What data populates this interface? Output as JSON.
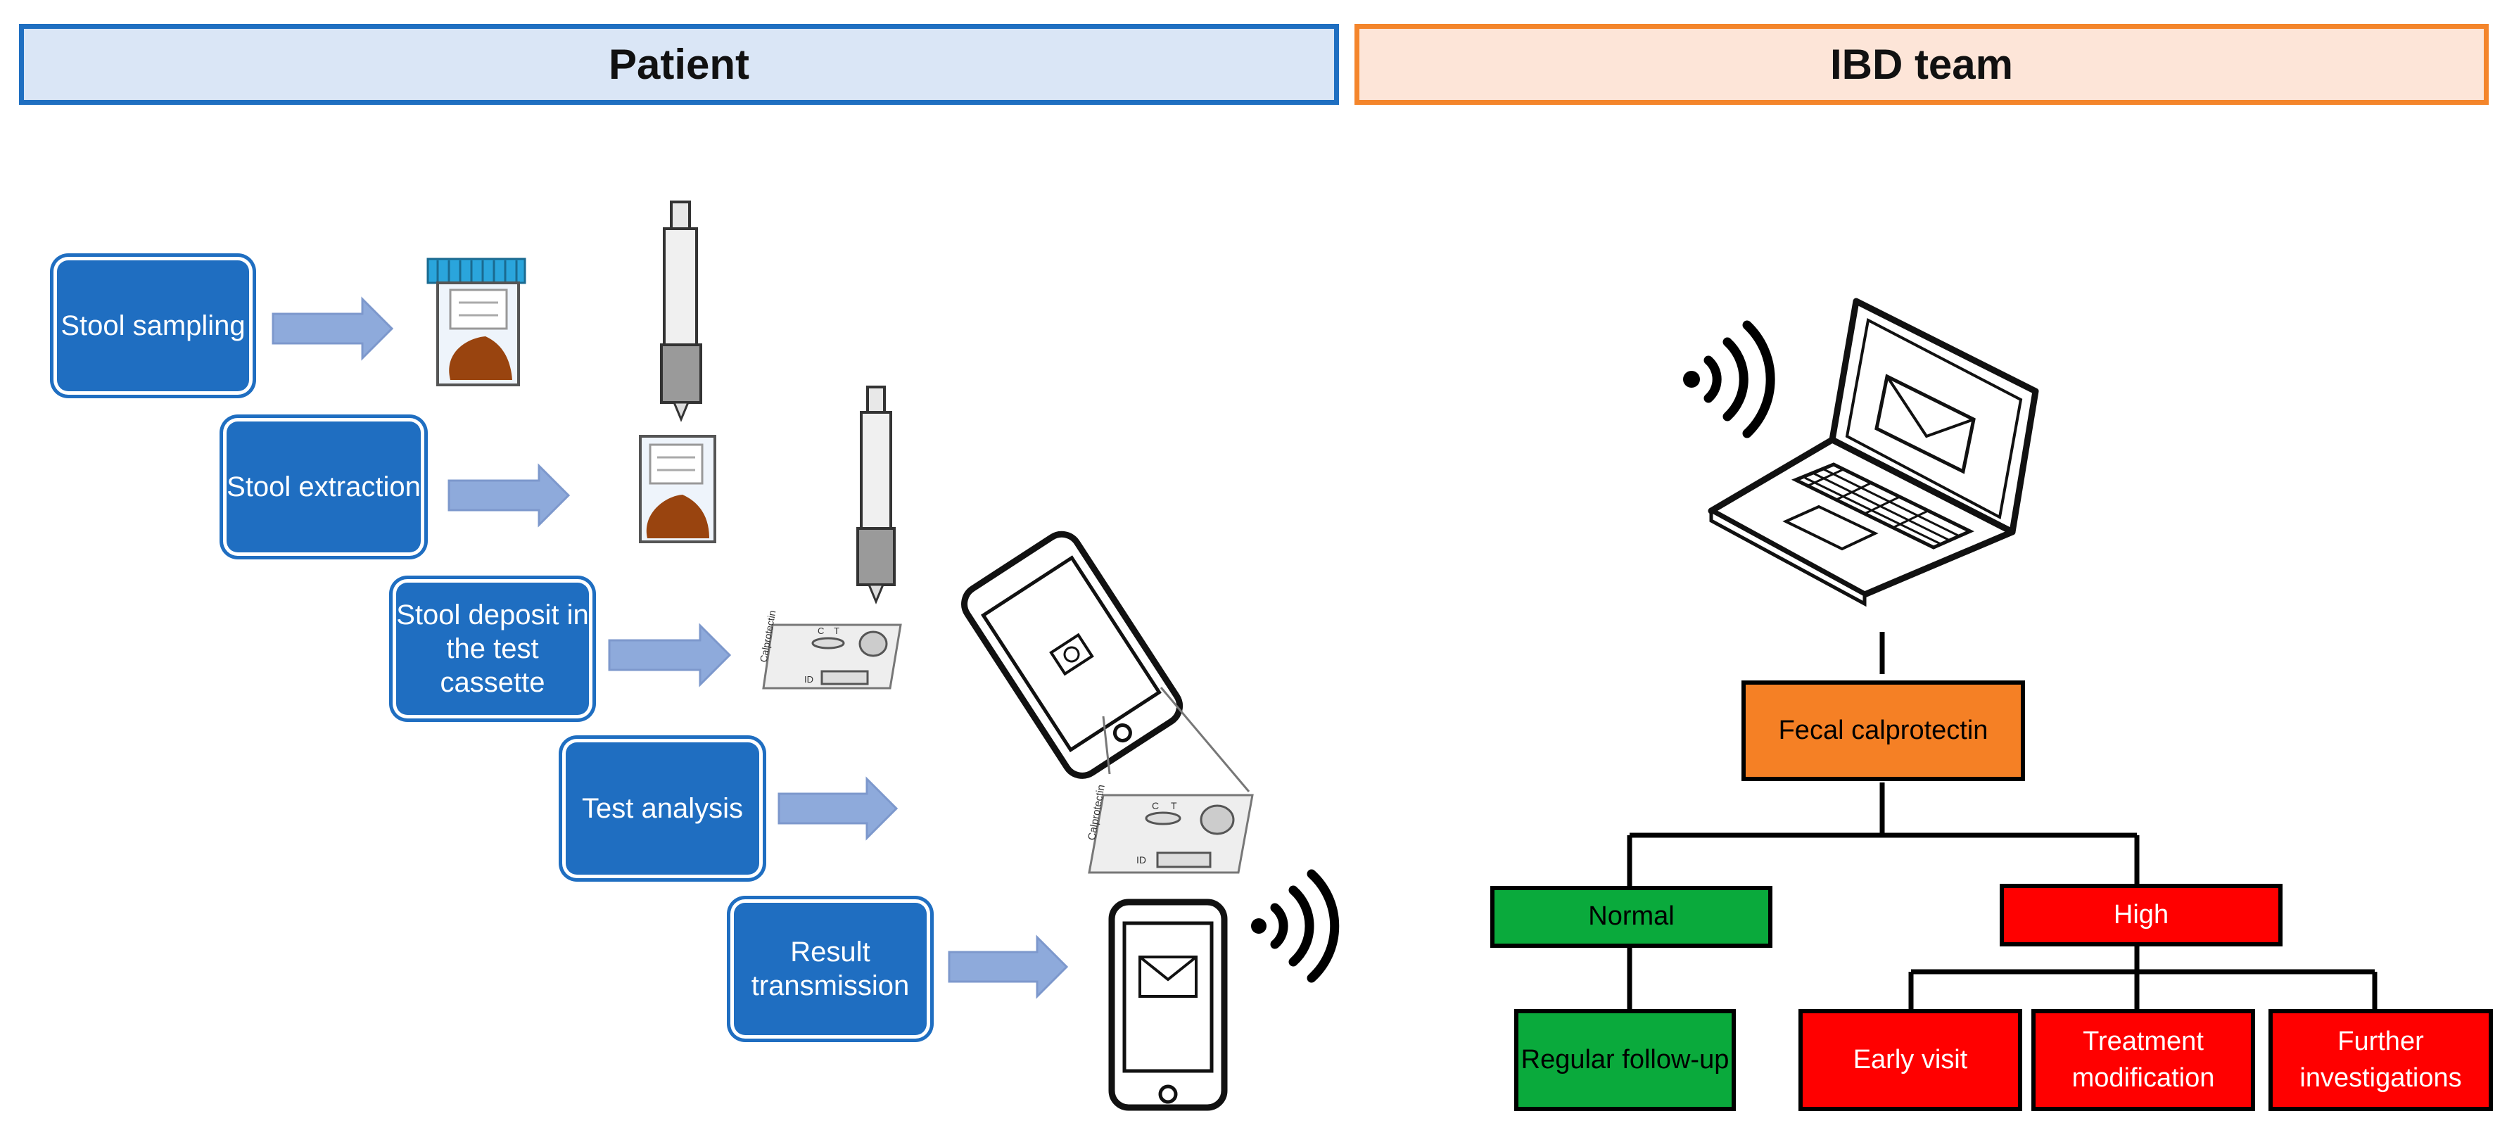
{
  "headers": {
    "patient": "Patient",
    "ibd_team": "IBD team"
  },
  "patient_steps": [
    {
      "label": "Stool sampling"
    },
    {
      "label": "Stool extraction"
    },
    {
      "label": "Stool deposit in the test cassette"
    },
    {
      "label": "Test analysis"
    },
    {
      "label": "Result transmission"
    }
  ],
  "cassette_labels": {
    "name": "Calprotectin",
    "control": "C",
    "test": "T",
    "id": "ID"
  },
  "decision_tree": {
    "root": "Fecal calprotectin",
    "normal": "Normal",
    "high": "High",
    "normal_outcome": "Regular follow-up",
    "high_outcomes": [
      "Early visit",
      "Treatment modification",
      "Further investigations"
    ]
  },
  "colors": {
    "step_blue": "#1f6ec1",
    "arrow_blue": "#8eaadb",
    "root_orange": "#f58025",
    "normal_green": "#0aaa3c",
    "high_red": "#ff0000",
    "stool_brown": "#99440f"
  },
  "icons": [
    "stool-container-icon",
    "pipette-icon",
    "test-cassette-icon",
    "smartphone-camera-icon",
    "smartphone-mail-icon",
    "wireless-signal-icon",
    "laptop-mail-icon"
  ]
}
